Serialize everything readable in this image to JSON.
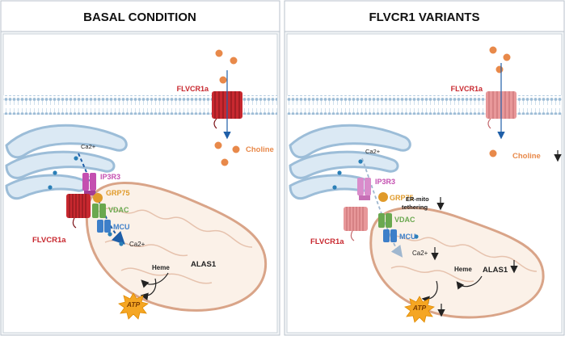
{
  "panels": {
    "left": {
      "header": "BASAL CONDITION",
      "labels": {
        "flvcr1a_membrane": "FLVCR1a",
        "choline": "Choline",
        "ca_top": "Ca2+",
        "ip3r3": "IP3R3",
        "grp75": "GRP75",
        "vdac": "VDAC",
        "mcu": "MCU",
        "flvcr1a_er": "FLVCR1a",
        "ca_mito": "Ca2+",
        "heme": "Heme",
        "alas1": "ALAS1",
        "atp": "ATP"
      }
    },
    "right": {
      "header": "FLVCR1 VARIANTS",
      "labels": {
        "flvcr1a_membrane": "FLVCR1a",
        "choline": "Choline",
        "ca_top": "Ca2+",
        "ip3r3": "IP3R3",
        "grp75": "GRP75",
        "er_mito_line1": "ER-mito",
        "er_mito_line2": "tethering",
        "vdac": "VDAC",
        "mcu": "MCU",
        "flvcr1a_er": "FLVCR1a",
        "ca_mito": "Ca2+",
        "heme": "Heme",
        "alas1": "ALAS1",
        "atp": "ATP"
      }
    }
  },
  "colors": {
    "flvcr1a": "#c8282f",
    "flvcr1a_faded": "#e8989a",
    "choline": "#e8894a",
    "ip3r3": "#c44fb0",
    "grp75": "#e09a2a",
    "vdac": "#6aa84f",
    "mcu": "#3d7fc9",
    "membrane": "#b7d2e6",
    "mito_fill": "#fbf1e8",
    "mito_edge": "#d9a488",
    "atp": "#f5a623",
    "arrow": "#1f5fa8"
  }
}
